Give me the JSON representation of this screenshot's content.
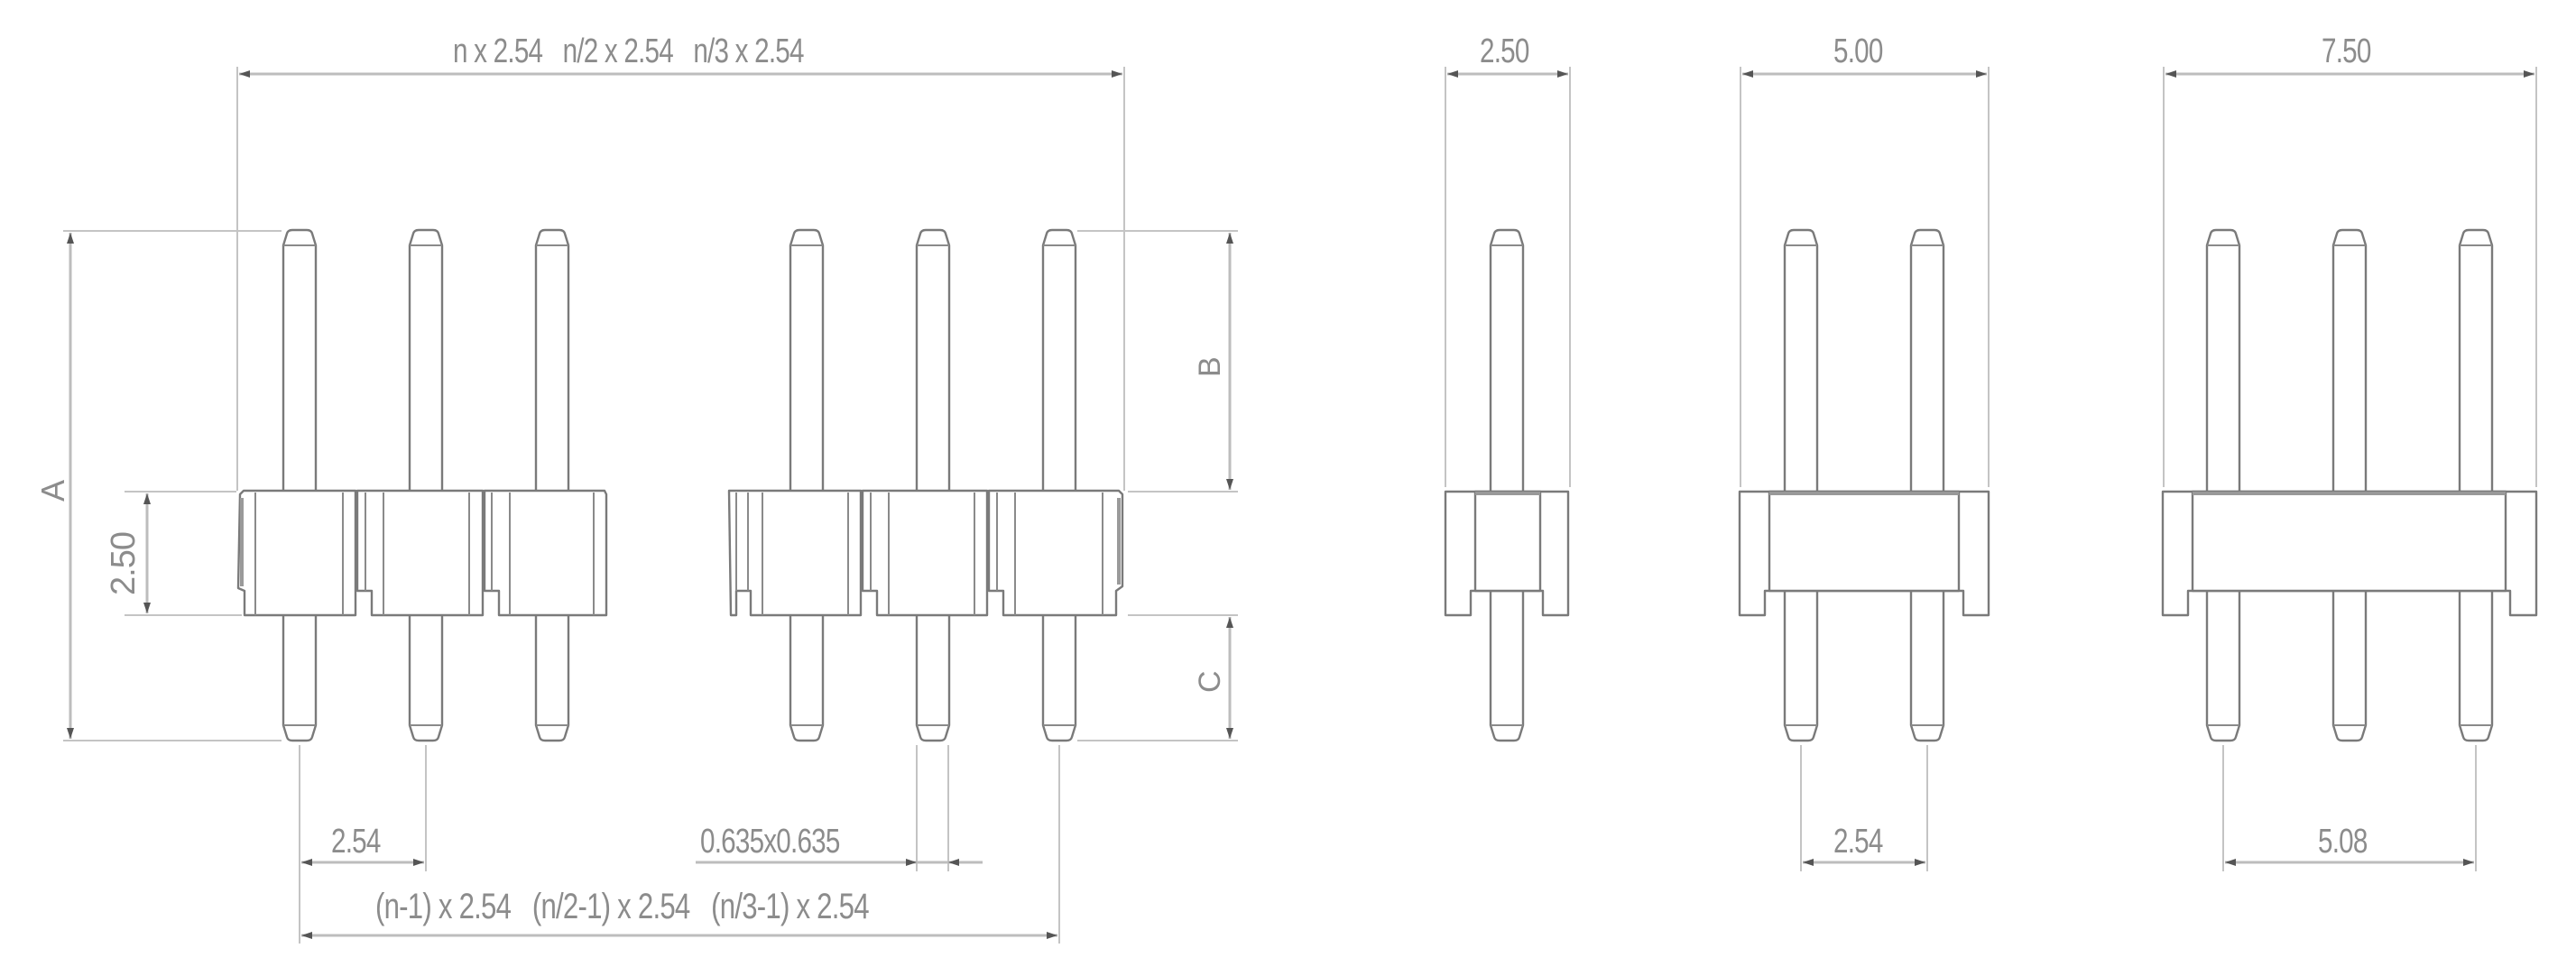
{
  "drawing": {
    "title": "Pin header dimension drawing",
    "line_color": "#7a7a7a",
    "text_color": "#8c8c8c",
    "dimensions": {
      "top_overall": "n x 2.54   n/2 x 2.54   n/3 x 2.54",
      "single_width": "2.50",
      "double_width": "5.00",
      "triple_width": "7.50",
      "height_A": "A",
      "height_B": "B",
      "height_C": "C",
      "body_height": "2.50",
      "pitch": "2.54",
      "pin_section": "0.635x0.635",
      "bottom_overall": "(n-1) x 2.54   (n/2-1) x 2.54   (n/3-1) x 2.54",
      "double_pitch": "2.54",
      "triple_pitch": "5.08"
    },
    "views": [
      {
        "name": "front-view-left-group",
        "pins": 3
      },
      {
        "name": "front-view-right-group",
        "pins": 3
      },
      {
        "name": "side-view-single-row",
        "pins": 1
      },
      {
        "name": "side-view-double-row",
        "pins": 2
      },
      {
        "name": "side-view-triple-row",
        "pins": 3
      }
    ]
  }
}
